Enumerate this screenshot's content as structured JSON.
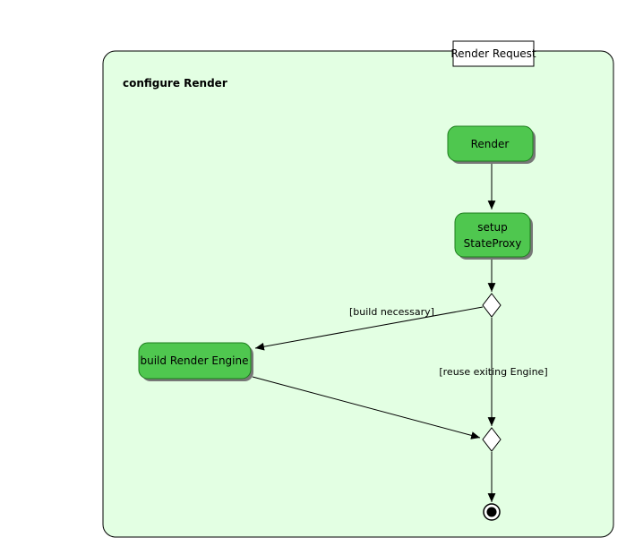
{
  "diagram": {
    "partition": {
      "title": "configure Render"
    },
    "request_node": {
      "label": "Render Request"
    },
    "activities": {
      "render": {
        "label": "Render"
      },
      "setup": {
        "line1": "setup",
        "line2": "StateProxy"
      },
      "build_engine": {
        "label": "build Render Engine"
      }
    },
    "guards": {
      "build_necessary": "[build necessary]",
      "reuse_existing": "[reuse exiting Engine]"
    },
    "colors": {
      "partition_fill": "#E3FFE3",
      "activity_fill": "#4FC74F",
      "activity_border": "#1E7C1E",
      "shadow": "#777777",
      "line": "#000000"
    }
  }
}
